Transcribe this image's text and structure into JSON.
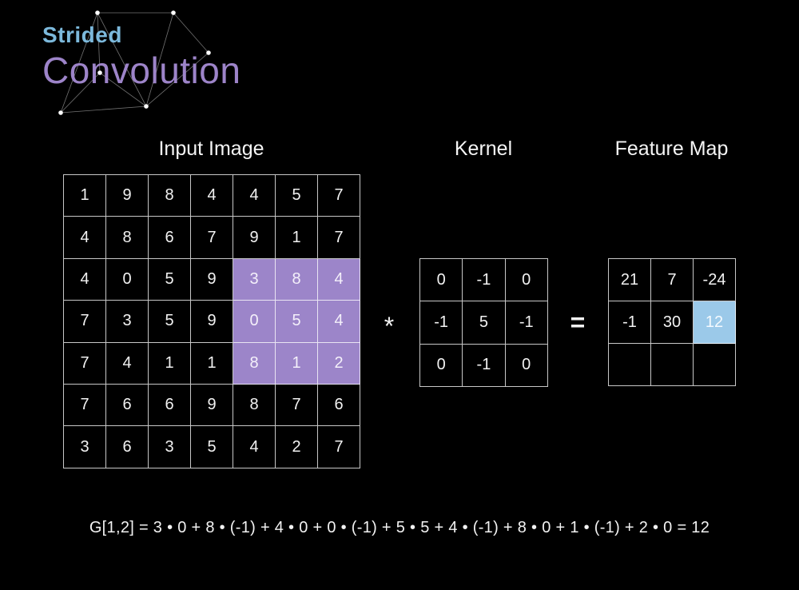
{
  "title": {
    "kicker": "Strided",
    "main": "Convolution"
  },
  "labels": {
    "input": "Input Image",
    "kernel": "Kernel",
    "feature": "Feature Map"
  },
  "operators": {
    "convolution": "*",
    "equals": "="
  },
  "input_grid": {
    "rows": [
      [
        "1",
        "9",
        "8",
        "4",
        "4",
        "5",
        "7"
      ],
      [
        "4",
        "8",
        "6",
        "7",
        "9",
        "1",
        "7"
      ],
      [
        "4",
        "0",
        "5",
        "9",
        "3",
        "8",
        "4"
      ],
      [
        "7",
        "3",
        "5",
        "9",
        "0",
        "5",
        "4"
      ],
      [
        "7",
        "4",
        "1",
        "1",
        "8",
        "1",
        "2"
      ],
      [
        "7",
        "6",
        "6",
        "9",
        "8",
        "7",
        "6"
      ],
      [
        "3",
        "6",
        "3",
        "5",
        "4",
        "2",
        "7"
      ]
    ],
    "highlight": {
      "type": "range",
      "row_start": 2,
      "row_end": 4,
      "col_start": 4,
      "col_end": 6
    }
  },
  "kernel_grid": {
    "rows": [
      [
        "0",
        "-1",
        "0"
      ],
      [
        "-1",
        "5",
        "-1"
      ],
      [
        "0",
        "-1",
        "0"
      ]
    ]
  },
  "feature_grid": {
    "rows": [
      [
        "21",
        "7",
        "-24"
      ],
      [
        "-1",
        "30",
        "12"
      ],
      [
        "",
        "",
        ""
      ]
    ],
    "highlight": {
      "type": "single",
      "row": 1,
      "col": 2
    }
  },
  "formula": "G[1,2] = 3 • 0 + 8 • (-1) + 4 • 0 + 0 • (-1) + 5 • 5 + 4 • (-1) + 8 • 0 + 1 • (-1) + 2 • 0 = 12",
  "colors": {
    "highlight_purple": "#9c85c9",
    "highlight_blue": "#9bc9e9",
    "title_kicker_blue": "#7cb9dc",
    "title_main_purple": "#9d84c9"
  }
}
